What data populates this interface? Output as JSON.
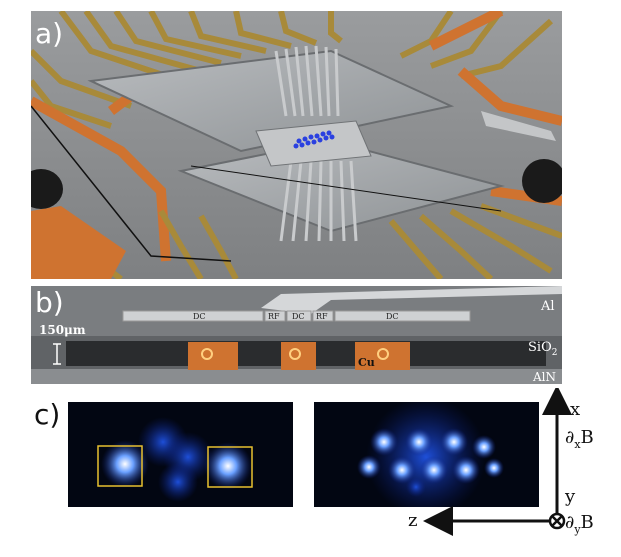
{
  "panel_a": {
    "label": "a)",
    "ion_count": 13
  },
  "panel_b": {
    "label": "b)",
    "electrode_labels": [
      "DC",
      "RF",
      "DC",
      "RF",
      "DC"
    ],
    "layer_labels": {
      "al": "Al",
      "sio2": "SiO",
      "sio2_sub": "2",
      "aln": "AlN"
    },
    "conductor_label": "Cu",
    "scale_bar": "150μm"
  },
  "panel_c": {
    "label": "c)",
    "left_image": {
      "highlighted_ions": 2
    },
    "right_image": {
      "ion_count": 10
    }
  },
  "axes": {
    "x": "x",
    "x_gradient": "∂",
    "x_gradient_sub": "x",
    "x_gradient_var": "B",
    "y": "y",
    "y_gradient": "∂",
    "y_gradient_sub": "y",
    "y_gradient_var": "B",
    "z": "z"
  },
  "colors": {
    "copper": "#cf7330",
    "gold": "#a88a3a",
    "ion_blue": "#2a40e0",
    "highlight": "#e8c030"
  }
}
